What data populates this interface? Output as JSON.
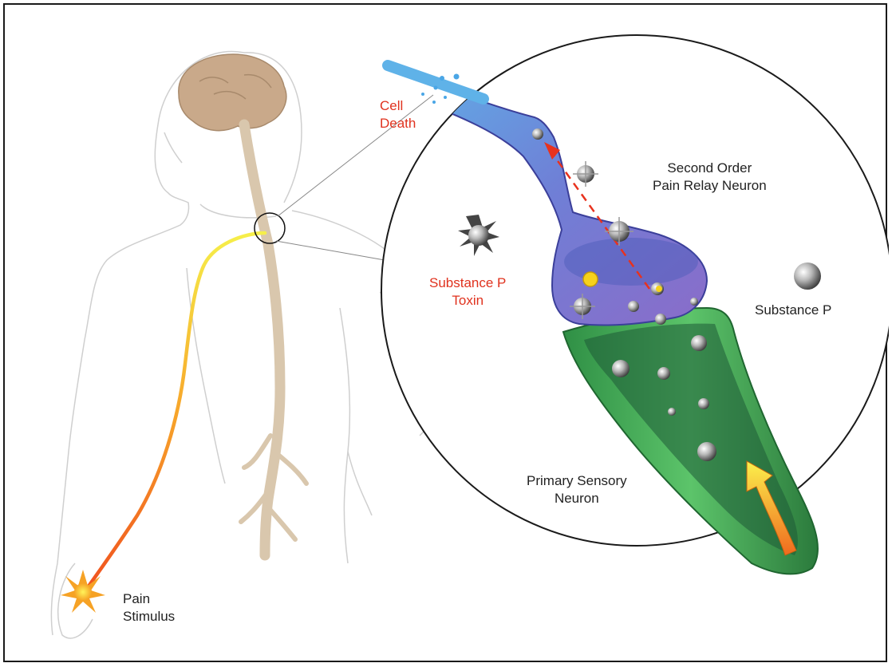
{
  "labels": {
    "cell_death": [
      "Cell",
      "Death"
    ],
    "second_order": [
      "Second Order",
      "Pain Relay Neuron"
    ],
    "toxin": [
      "Substance P",
      "Toxin"
    ],
    "substance_p": "Substance P",
    "primary": [
      "Primary Sensory",
      "Neuron"
    ],
    "stimulus": [
      "Pain",
      "Stimulus"
    ]
  },
  "colors": {
    "nerve_path_start": "#f6ef4a",
    "nerve_path_end": "#f0501e",
    "spine": "#d9c7ad",
    "brain": "#c9a98a",
    "relay_neuron": "#6f7fd6",
    "primary_neuron": "#3aa853",
    "label_red": "#e0321e"
  }
}
